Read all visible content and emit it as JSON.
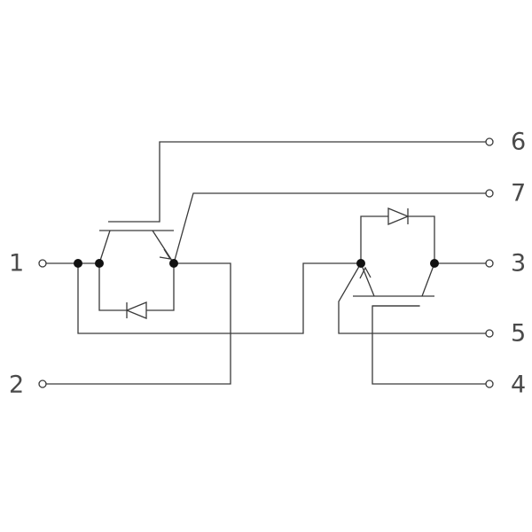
{
  "terminals": [
    {
      "id": "1",
      "label": "1"
    },
    {
      "id": "2",
      "label": "2"
    },
    {
      "id": "3",
      "label": "3"
    },
    {
      "id": "4",
      "label": "4"
    },
    {
      "id": "5",
      "label": "5"
    },
    {
      "id": "6",
      "label": "6"
    },
    {
      "id": "7",
      "label": "7"
    }
  ],
  "colors": {
    "line": "#3a3a3a",
    "node": "#111111",
    "text": "#4a4a4a",
    "background": "#ffffff"
  }
}
